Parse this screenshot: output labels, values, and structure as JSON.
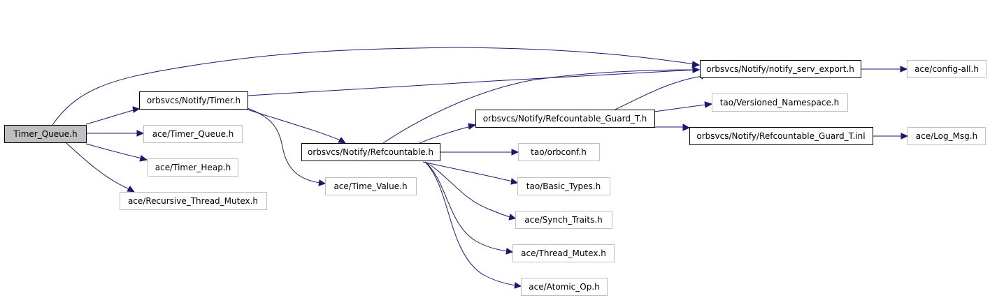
{
  "diagram": {
    "nodes": {
      "timer_queue_h": {
        "label": "Timer_Queue.h",
        "style": "root"
      },
      "notify_timer_h": {
        "label": "orbsvcs/Notify/Timer.h",
        "style": "local"
      },
      "notify_serv_export_h": {
        "label": "orbsvcs/Notify/notify_serv_export.h",
        "style": "local"
      },
      "config_all_h": {
        "label": "ace/config-all.h",
        "style": "external"
      },
      "ace_timer_queue_h": {
        "label": "ace/Timer_Queue.h",
        "style": "external"
      },
      "ace_timer_heap_h": {
        "label": "ace/Timer_Heap.h",
        "style": "external"
      },
      "ace_recursive_thread_mutex_h": {
        "label": "ace/Recursive_Thread_Mutex.h",
        "style": "external"
      },
      "notify_refcountable_h": {
        "label": "orbsvcs/Notify/Refcountable.h",
        "style": "local"
      },
      "ace_time_value_h": {
        "label": "ace/Time_Value.h",
        "style": "external"
      },
      "refcountable_guard_t_h": {
        "label": "orbsvcs/Notify/Refcountable_Guard_T.h",
        "style": "local"
      },
      "tao_versioned_namespace_h": {
        "label": "tao/Versioned_Namespace.h",
        "style": "external"
      },
      "refcountable_guard_t_inl": {
        "label": "orbsvcs/Notify/Refcountable_Guard_T.inl",
        "style": "local"
      },
      "ace_log_msg_h": {
        "label": "ace/Log_Msg.h",
        "style": "external"
      },
      "tao_orbconf_h": {
        "label": "tao/orbconf.h",
        "style": "external"
      },
      "tao_basic_types_h": {
        "label": "tao/Basic_Types.h",
        "style": "external"
      },
      "ace_synch_traits_h": {
        "label": "ace/Synch_Traits.h",
        "style": "external"
      },
      "ace_thread_mutex_h": {
        "label": "ace/Thread_Mutex.h",
        "style": "external"
      },
      "ace_atomic_op_h": {
        "label": "ace/Atomic_Op.h",
        "style": "external"
      }
    },
    "edges": [
      {
        "from": "timer_queue_h",
        "to": "notify_timer_h"
      },
      {
        "from": "timer_queue_h",
        "to": "notify_serv_export_h"
      },
      {
        "from": "timer_queue_h",
        "to": "ace_timer_queue_h"
      },
      {
        "from": "timer_queue_h",
        "to": "ace_timer_heap_h"
      },
      {
        "from": "timer_queue_h",
        "to": "ace_recursive_thread_mutex_h"
      },
      {
        "from": "notify_timer_h",
        "to": "notify_serv_export_h"
      },
      {
        "from": "notify_timer_h",
        "to": "notify_refcountable_h"
      },
      {
        "from": "notify_timer_h",
        "to": "ace_time_value_h"
      },
      {
        "from": "notify_serv_export_h",
        "to": "config_all_h"
      },
      {
        "from": "notify_refcountable_h",
        "to": "notify_serv_export_h"
      },
      {
        "from": "notify_refcountable_h",
        "to": "refcountable_guard_t_h"
      },
      {
        "from": "notify_refcountable_h",
        "to": "tao_orbconf_h"
      },
      {
        "from": "notify_refcountable_h",
        "to": "tao_basic_types_h"
      },
      {
        "from": "notify_refcountable_h",
        "to": "ace_synch_traits_h"
      },
      {
        "from": "notify_refcountable_h",
        "to": "ace_thread_mutex_h"
      },
      {
        "from": "notify_refcountable_h",
        "to": "ace_atomic_op_h"
      },
      {
        "from": "refcountable_guard_t_h",
        "to": "notify_serv_export_h"
      },
      {
        "from": "refcountable_guard_t_h",
        "to": "tao_versioned_namespace_h"
      },
      {
        "from": "refcountable_guard_t_h",
        "to": "refcountable_guard_t_inl"
      },
      {
        "from": "refcountable_guard_t_inl",
        "to": "ace_log_msg_h"
      }
    ],
    "colors": {
      "edge": "#191970",
      "root_fill": "#bfbfbf",
      "root_border": "#000000",
      "local_fill": "#ffffff",
      "local_border": "#000000",
      "external_fill": "#ffffff",
      "external_border": "#bfbfbf",
      "text": "#000000"
    }
  }
}
